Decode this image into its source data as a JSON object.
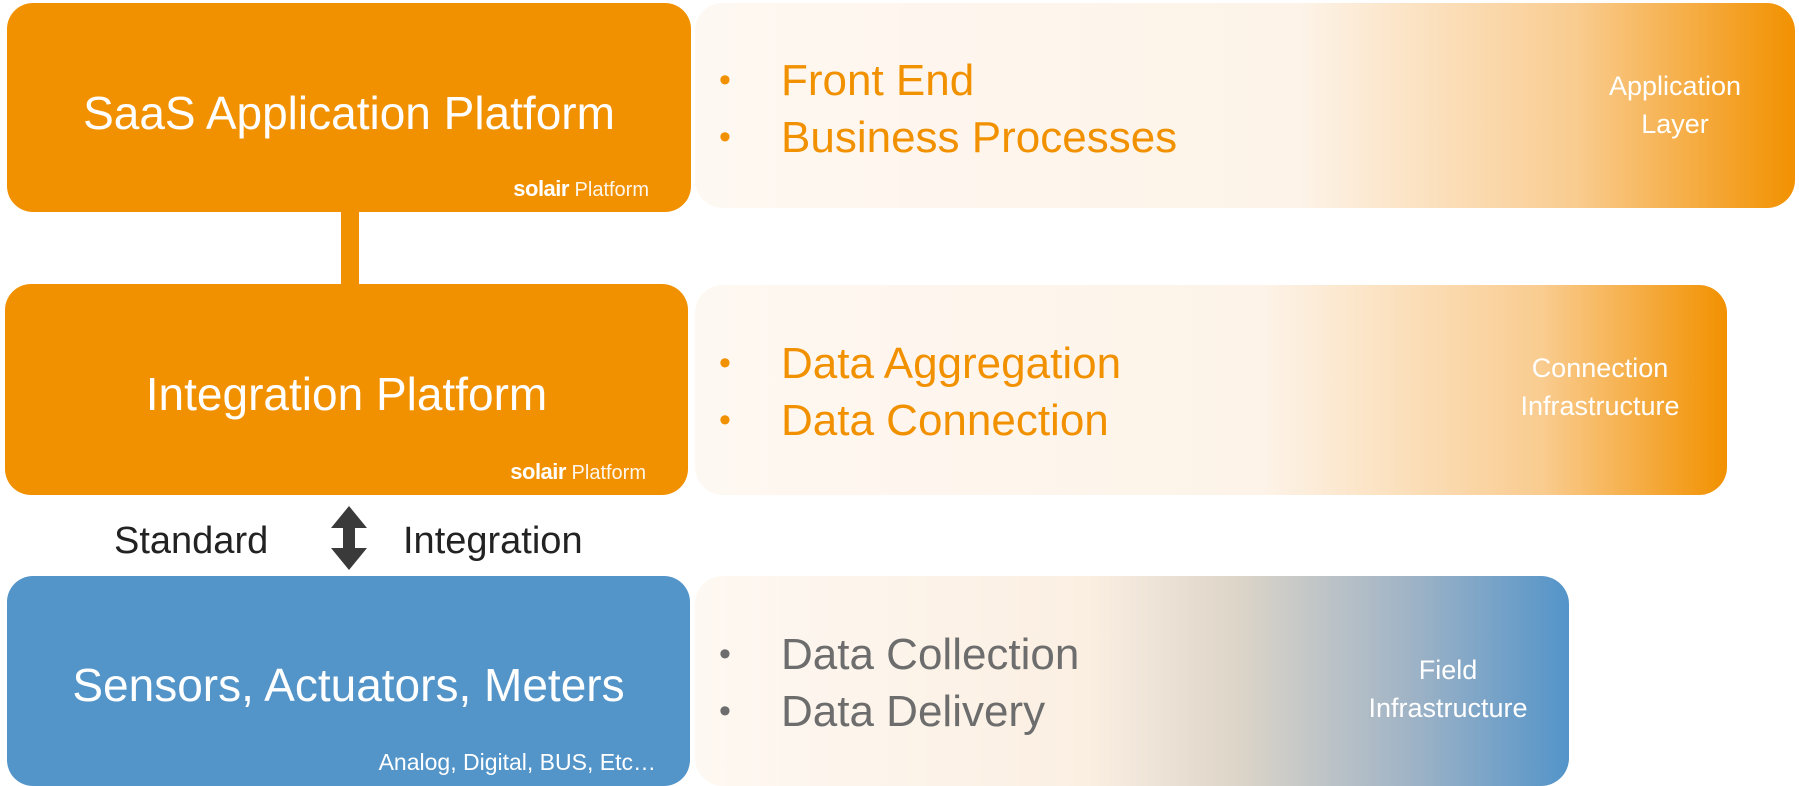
{
  "layers": [
    {
      "title": "SaaS Application Platform",
      "brand": {
        "logo": "solair",
        "label": "Platform"
      },
      "bullets": [
        "Front End",
        "Business Processes"
      ],
      "layer_label": [
        "Application",
        "Layer"
      ]
    },
    {
      "title": "Integration Platform",
      "brand": {
        "logo": "solair",
        "label": "Platform"
      },
      "bullets": [
        "Data Aggregation",
        "Data Connection"
      ],
      "layer_label": [
        "Connection",
        "Infrastructure"
      ]
    },
    {
      "title": "Sensors,  Actuators, Meters",
      "subnote": "Analog, Digital, BUS, Etc…",
      "bullets": [
        "Data Collection",
        "Data Delivery"
      ],
      "layer_label": [
        "Field",
        "Infrastructure"
      ]
    }
  ],
  "link": {
    "left": "Standard",
    "right": "Integration",
    "icon": "double-arrow-vertical-icon"
  },
  "colors": {
    "orange": "#f29100",
    "blue": "#5394c9",
    "gray_text": "#6d6d6d"
  }
}
